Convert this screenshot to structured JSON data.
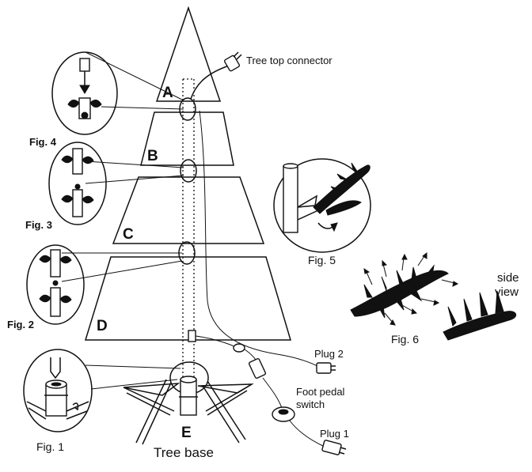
{
  "sections": {
    "a": "A",
    "b": "B",
    "c": "C",
    "d": "D",
    "e": "E"
  },
  "labels": {
    "tree_top_connector": "Tree top connector",
    "plug2": "Plug 2",
    "foot_pedal_switch_1": "Foot pedal",
    "foot_pedal_switch_2": "switch",
    "plug1": "Plug 1",
    "tree_base": "Tree base",
    "side_view_1": "side",
    "side_view_2": "view"
  },
  "figures": {
    "fig1": "Fig. 1",
    "fig2": "Fig. 2",
    "fig3": "Fig. 3",
    "fig4": "Fig. 4",
    "fig5": "Fig. 5",
    "fig6": "Fig. 6"
  }
}
